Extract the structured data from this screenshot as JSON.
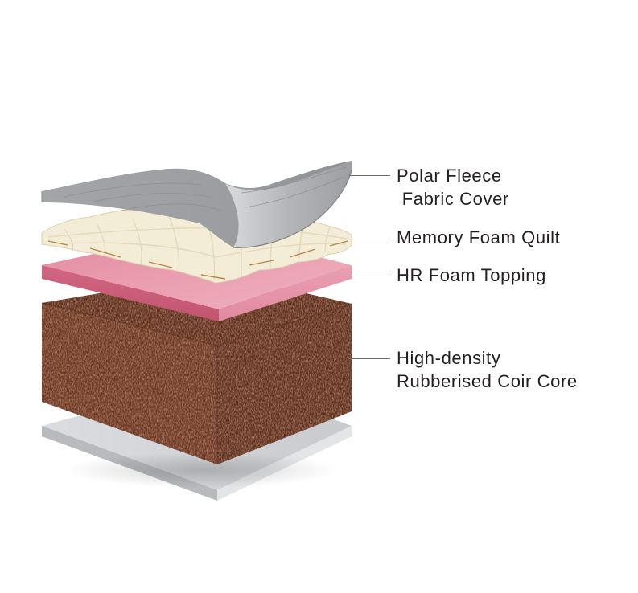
{
  "diagram": {
    "title": "",
    "layers": [
      {
        "id": "cover",
        "line1": "Polar Fleece",
        "line2": " Fabric Cover",
        "color": "#a9abae"
      },
      {
        "id": "quilt",
        "line1": "Memory Foam Quilt",
        "line2": "",
        "color": "#f4efdc"
      },
      {
        "id": "topping",
        "line1": "HR Foam Topping",
        "line2": "",
        "color": "#df8496"
      },
      {
        "id": "core",
        "line1": "High-density",
        "line2": "Rubberised Coir Core",
        "color": "#6b3a25"
      },
      {
        "id": "base",
        "line1": "",
        "line2": "",
        "color": "#d2d3d5"
      }
    ]
  }
}
